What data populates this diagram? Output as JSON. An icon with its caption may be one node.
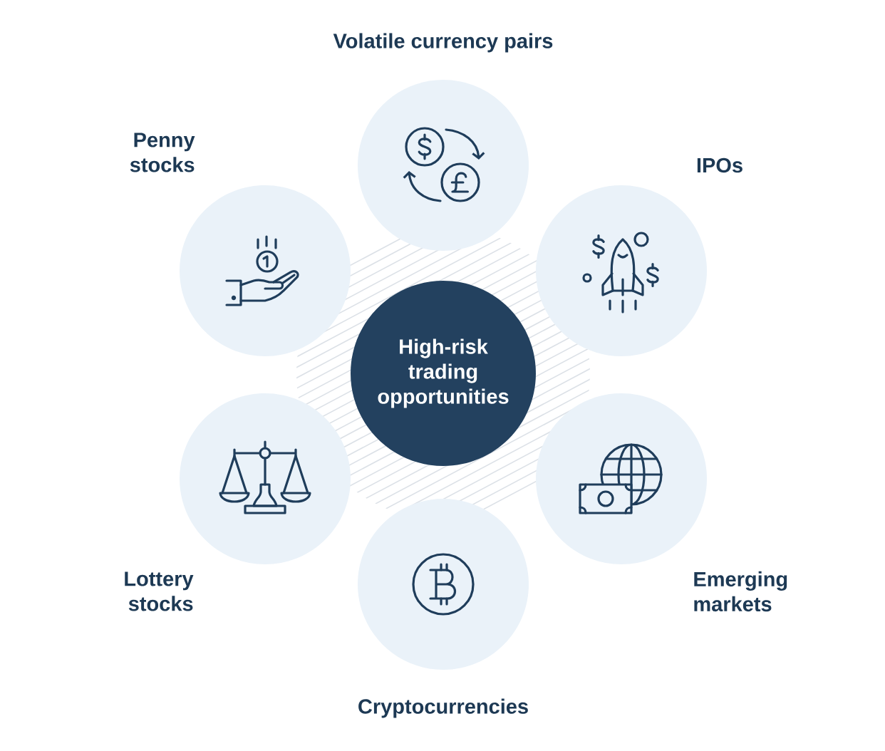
{
  "diagram": {
    "nodes": [
      {
        "text": [
          "Volatile currency pairs"
        ]
      },
      {
        "text": [
          "Penny stocks"
        ]
      },
      {
        "text": [
          "IPOs"
        ]
      },
      {
        "text": [
          "High-risk trading opportunities"
        ]
      },
      {
        "text": [
          "Lottery stocks"
        ]
      },
      {
        "text": [
          "Emerging markets"
        ]
      },
      {
        "text": [
          "Cryptocurrencies"
        ]
      }
    ]
  }
}
